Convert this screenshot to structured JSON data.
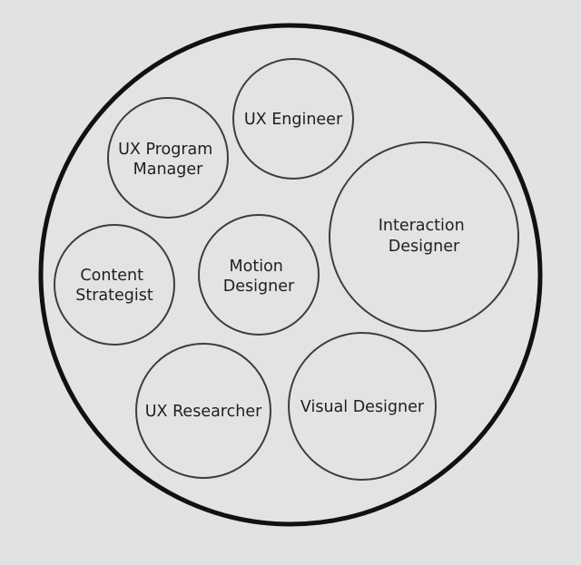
{
  "diagram": {
    "roles": [
      {
        "name": "ux-engineer",
        "lines": [
          "UX Engineer"
        ]
      },
      {
        "name": "ux-program-manager",
        "lines": [
          "UX Program",
          "Manager"
        ]
      },
      {
        "name": "interaction-designer",
        "lines": [
          "Interaction",
          "Designer"
        ]
      },
      {
        "name": "content-strategist",
        "lines": [
          "Content",
          "Strategist"
        ]
      },
      {
        "name": "motion-designer",
        "lines": [
          "Motion",
          "Designer"
        ]
      },
      {
        "name": "ux-researcher",
        "lines": [
          "UX Researcher"
        ]
      },
      {
        "name": "visual-designer",
        "lines": [
          "Visual Designer"
        ]
      }
    ]
  }
}
